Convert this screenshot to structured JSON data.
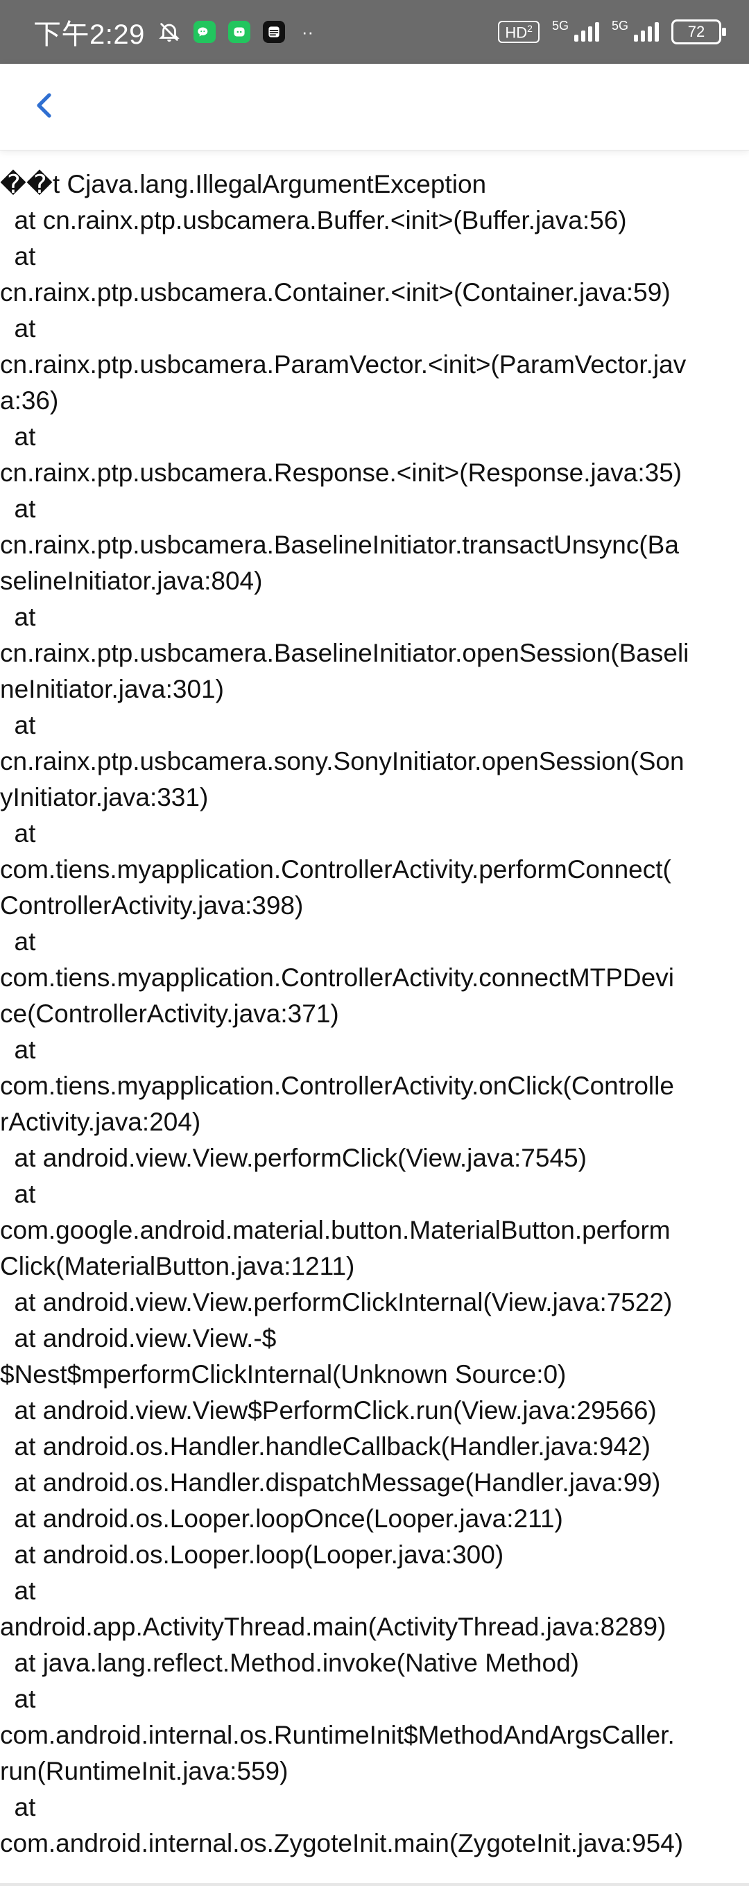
{
  "status_bar": {
    "time": "下午2:29",
    "dots": "··",
    "hd": "HD",
    "hd_sub": "2",
    "signal_1_label": "5G",
    "signal_2_label": "5G",
    "battery": "72"
  },
  "icons": {
    "back": "chevron-left-icon"
  },
  "colors": {
    "status_bar_bg": "#6b6b6b",
    "accent": "#2f6fd1",
    "text": "#111111"
  },
  "stacktrace_lines": [
    "��t Cjava.lang.IllegalArgumentException",
    "  at cn.rainx.ptp.usbcamera.Buffer.<init>(Buffer.java:56)",
    "  at",
    "cn.rainx.ptp.usbcamera.Container.<init>(Container.java:59)",
    "  at",
    "cn.rainx.ptp.usbcamera.ParamVector.<init>(ParamVector.jav",
    "a:36)",
    "  at",
    "cn.rainx.ptp.usbcamera.Response.<init>(Response.java:35)",
    "  at",
    "cn.rainx.ptp.usbcamera.BaselineInitiator.transactUnsync(Ba",
    "selineInitiator.java:804)",
    "  at",
    "cn.rainx.ptp.usbcamera.BaselineInitiator.openSession(Baseli",
    "neInitiator.java:301)",
    "  at",
    "cn.rainx.ptp.usbcamera.sony.SonyInitiator.openSession(Son",
    "yInitiator.java:331)",
    "  at",
    "com.tiens.myapplication.ControllerActivity.performConnect(",
    "ControllerActivity.java:398)",
    "  at",
    "com.tiens.myapplication.ControllerActivity.connectMTPDevi",
    "ce(ControllerActivity.java:371)",
    "  at",
    "com.tiens.myapplication.ControllerActivity.onClick(Controlle",
    "rActivity.java:204)",
    "  at android.view.View.performClick(View.java:7545)",
    "  at",
    "com.google.android.material.button.MaterialButton.perform",
    "Click(MaterialButton.java:1211)",
    "  at android.view.View.performClickInternal(View.java:7522)",
    "  at android.view.View.-$",
    "$Nest$mperformClickInternal(Unknown Source:0)",
    "  at android.view.View$PerformClick.run(View.java:29566)",
    "  at android.os.Handler.handleCallback(Handler.java:942)",
    "  at android.os.Handler.dispatchMessage(Handler.java:99)",
    "  at android.os.Looper.loopOnce(Looper.java:211)",
    "  at android.os.Looper.loop(Looper.java:300)",
    "  at",
    "android.app.ActivityThread.main(ActivityThread.java:8289)",
    "  at java.lang.reflect.Method.invoke(Native Method)",
    "  at",
    "com.android.internal.os.RuntimeInit$MethodAndArgsCaller.",
    "run(RuntimeInit.java:559)",
    "  at",
    "com.android.internal.os.ZygoteInit.main(ZygoteInit.java:954)"
  ]
}
